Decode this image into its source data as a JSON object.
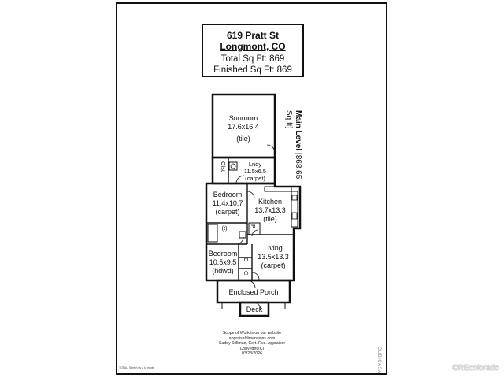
{
  "header": {
    "address_line1": "619 Pratt St",
    "address_line2": "Longmont, CO",
    "total_sqft": "Total Sq Ft: 869",
    "finished_sqft": "Finished Sq Ft: 869"
  },
  "level": {
    "name": "Main Level",
    "area": "[868.65 Sq ft]"
  },
  "rooms": {
    "sunroom": {
      "name": "Sunroom",
      "dims": "17.6x16.4",
      "floor": "(tile)"
    },
    "laundry": {
      "name": "Lndy",
      "dims": "11.5x6.5",
      "floor": "(carpet)"
    },
    "closet_top": {
      "name": "Clst"
    },
    "bedroom1": {
      "name": "Bedroom",
      "dims": "11.4x10.7",
      "floor": "(carpet)"
    },
    "kitchen": {
      "name": "Kitchen",
      "dims": "13.7x13.3",
      "floor": "(tile)"
    },
    "bath": {
      "floor": "(t)"
    },
    "pantry": {
      "name": "P"
    },
    "bedroom2": {
      "name": "Bedroom",
      "dims": "10.5x9.5",
      "floor": "(hdwd)"
    },
    "living": {
      "name": "Living",
      "dims": "13.5x13.3",
      "floor": "(carpet)"
    },
    "closet_c1": {
      "name": "C"
    },
    "closet_c2": {
      "name": "C"
    },
    "porch": {
      "name": "Enclosed Porch"
    },
    "deck": {
      "name": "Deck"
    }
  },
  "footer": {
    "line1": "Scope of Work is on our website",
    "line2": "appraisaldimensions.com",
    "line3": "Sadey Stillman, Cert. Res. Appraiser",
    "line4": "Copyright (C)",
    "line5": "03/23/2026"
  },
  "side_mark": "CUBICASA",
  "tiny_note": "TOTAL: Sketch by a la mode",
  "watermark": "©REcolorado"
}
